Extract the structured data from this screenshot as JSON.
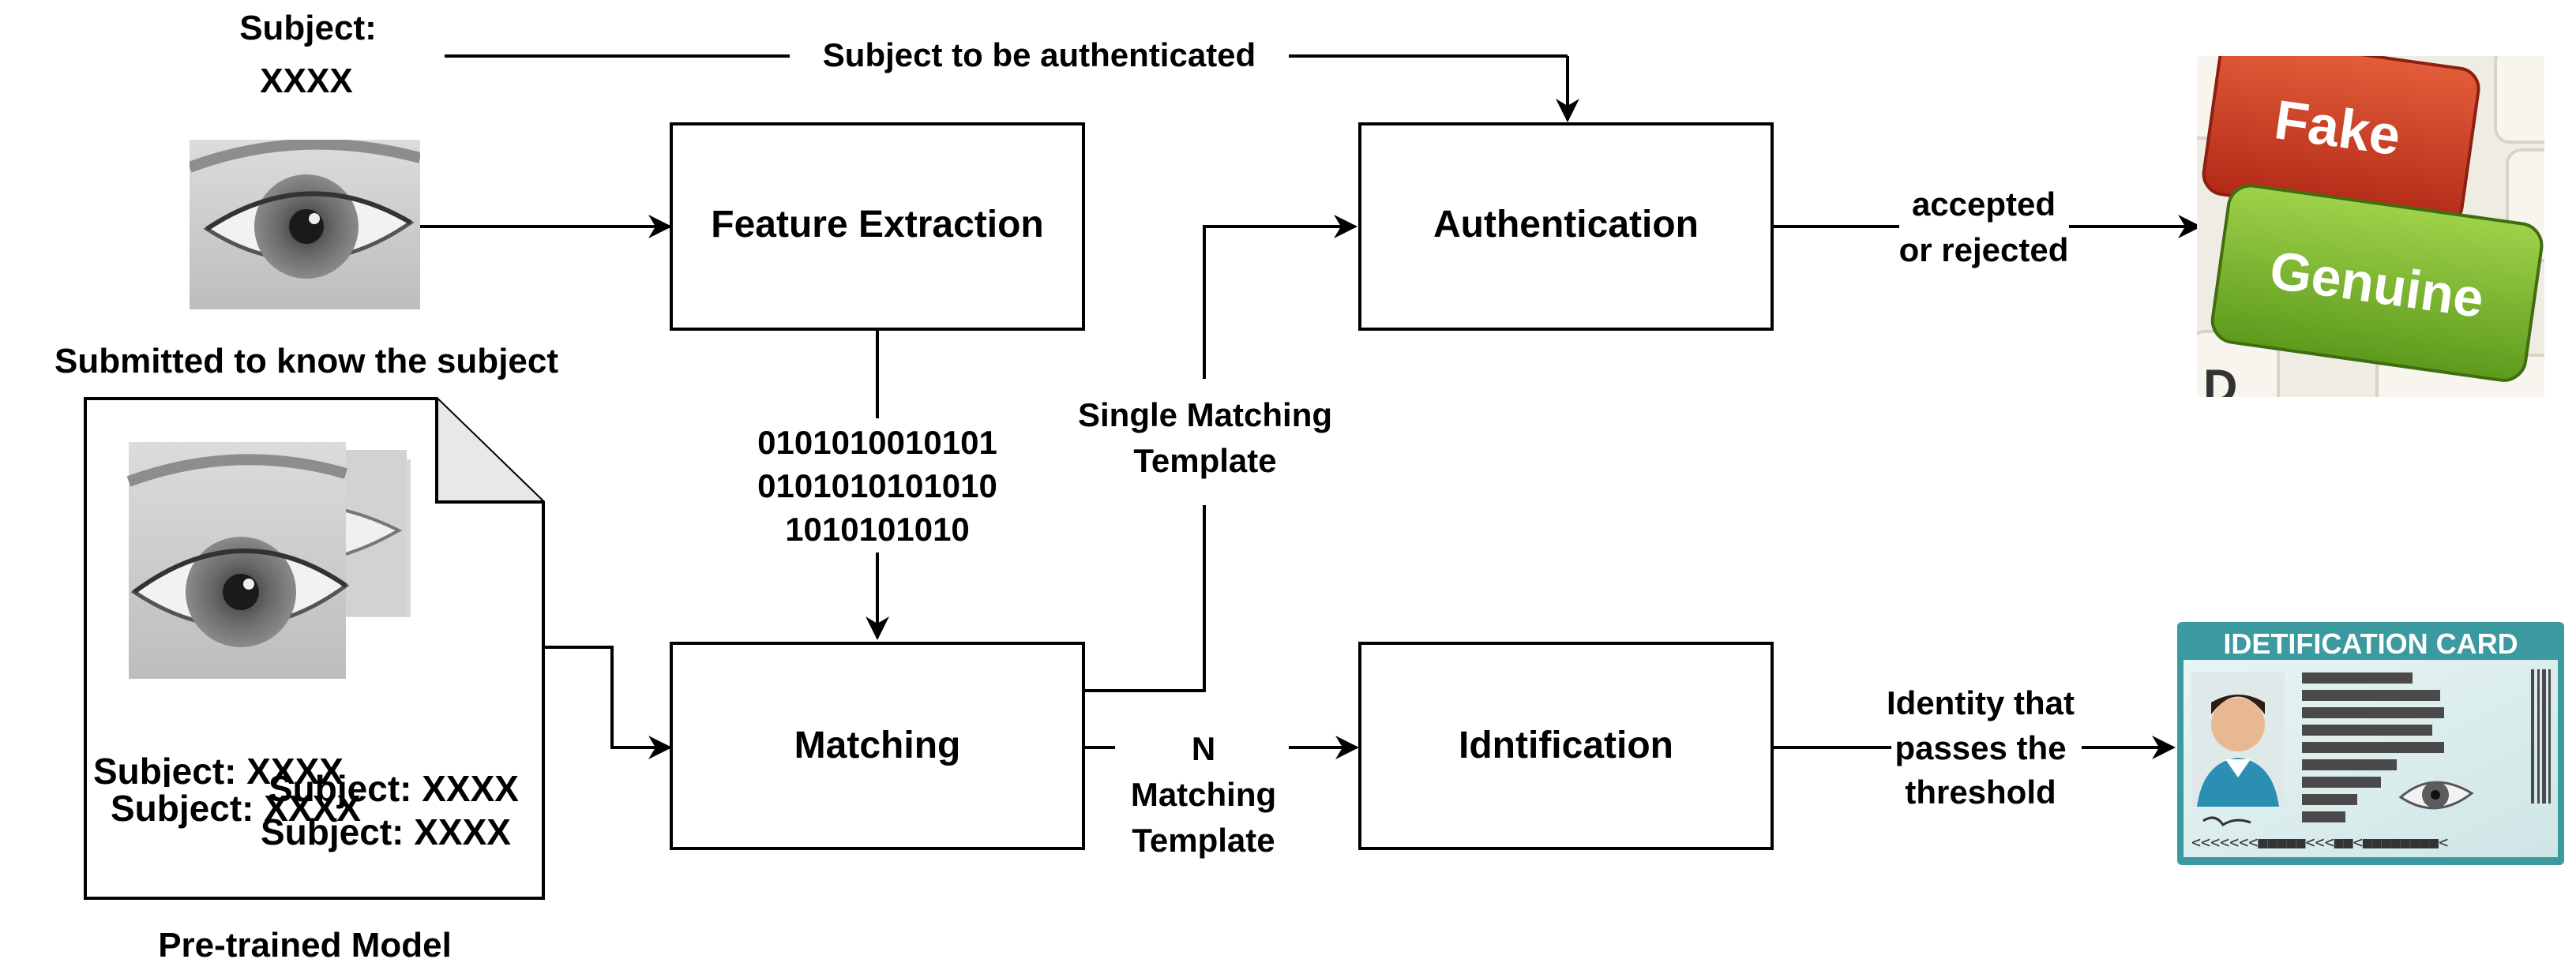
{
  "top_subject": {
    "line1": "Subject:",
    "line2": "XXXX"
  },
  "edge_subject_auth": "Subject to be authenticated",
  "caption_submitted": "Submitted to know the subject",
  "caption_model": "Pre-trained Model",
  "model_subject_labels": [
    "Subject: XXXX",
    "Subject: XXXX",
    "Subject: XXXX",
    "Subject: XXXX"
  ],
  "boxes": {
    "feature_extraction": "Feature Extraction",
    "authentication": "Authentication",
    "matching": "Matching",
    "identification": "Idntification"
  },
  "binary_code": [
    "0101010010101",
    "0101010101010",
    "1010101010"
  ],
  "edge_single": [
    "Single Matching",
    "Template"
  ],
  "edge_n": [
    "N",
    "Matching",
    "Template"
  ],
  "edge_accept": [
    "accepted",
    "or rejected"
  ],
  "edge_identity": [
    "Identity that",
    "passes the",
    "threshold"
  ],
  "keyboard": {
    "key1": "Fake",
    "key2": "Genuine"
  },
  "id_card": {
    "title": "IDETIFICATION CARD"
  }
}
